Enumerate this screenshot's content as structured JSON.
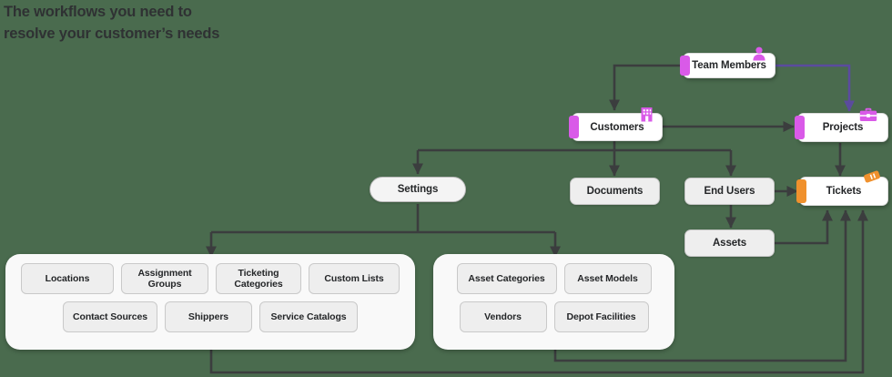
{
  "heading": {
    "line1": "The workflows you need to",
    "line2": "resolve your customer’s needs"
  },
  "colors": {
    "canvas": "#4a6b4e",
    "edge": "#3b3d3e",
    "edge_highlight": "#5b4b9e",
    "accent_magenta": "#d95ae8",
    "accent_orange": "#f0912d",
    "node_plain_fill": "#eeeeee",
    "node_accent_fill": "#ffffff",
    "group_fill": "#f9f9f9",
    "text": "#242628",
    "heading_text": "#2f3133"
  },
  "nodes": [
    {
      "id": "team-members",
      "label": "Team Members",
      "style": "accented",
      "accent": "#d95ae8",
      "icon": "person-icon"
    },
    {
      "id": "customers",
      "label": "Customers",
      "style": "accented",
      "accent": "#d95ae8",
      "icon": "building-icon"
    },
    {
      "id": "projects",
      "label": "Projects",
      "style": "accented",
      "accent": "#d95ae8",
      "icon": "briefcase-icon"
    },
    {
      "id": "tickets",
      "label": "Tickets",
      "style": "accented",
      "accent": "#f0912d",
      "icon": "ticket-icon"
    },
    {
      "id": "settings",
      "label": "Settings",
      "style": "pill",
      "accent": "",
      "icon": ""
    },
    {
      "id": "documents",
      "label": "Documents",
      "style": "plain",
      "accent": "",
      "icon": ""
    },
    {
      "id": "end-users",
      "label": "End Users",
      "style": "plain",
      "accent": "",
      "icon": ""
    },
    {
      "id": "assets",
      "label": "Assets",
      "style": "plain",
      "accent": "",
      "icon": ""
    }
  ],
  "groups": [
    {
      "id": "settings-group",
      "rows": [
        [
          "Locations",
          "Assignment Groups",
          "Ticketing Categories",
          "Custom Lists"
        ],
        [
          "Contact Sources",
          "Shippers",
          "Service Catalogs"
        ]
      ]
    },
    {
      "id": "assets-group",
      "rows": [
        [
          "Asset Categories",
          "Asset Models"
        ],
        [
          "Vendors",
          "Depot Facilities"
        ]
      ]
    }
  ],
  "labels": {
    "team_members": "Team Members",
    "customers": "Customers",
    "projects": "Projects",
    "tickets": "Tickets",
    "settings": "Settings",
    "documents": "Documents",
    "end_users": "End Users",
    "assets": "Assets",
    "locations": "Locations",
    "assignment_groups": "Assignment Groups",
    "ticketing_categories": "Ticketing Categories",
    "custom_lists": "Custom Lists",
    "contact_sources": "Contact Sources",
    "shippers": "Shippers",
    "service_catalogs": "Service Catalogs",
    "asset_categories": "Asset Categories",
    "asset_models": "Asset Models",
    "vendors": "Vendors",
    "depot_facilities": "Depot Facilities"
  },
  "edges": [
    {
      "from": "team-members",
      "to": "customers",
      "color": "#3b3d3e"
    },
    {
      "from": "team-members",
      "to": "projects",
      "color": "#5b4b9e"
    },
    {
      "from": "customers",
      "to": "projects",
      "color": "#3b3d3e"
    },
    {
      "from": "customers",
      "to": "settings",
      "color": "#3b3d3e"
    },
    {
      "from": "customers",
      "to": "documents",
      "color": "#3b3d3e"
    },
    {
      "from": "customers",
      "to": "end-users",
      "color": "#3b3d3e"
    },
    {
      "from": "projects",
      "to": "tickets",
      "color": "#3b3d3e"
    },
    {
      "from": "end-users",
      "to": "tickets",
      "color": "#3b3d3e"
    },
    {
      "from": "end-users",
      "to": "assets",
      "color": "#3b3d3e"
    },
    {
      "from": "assets",
      "to": "tickets",
      "color": "#3b3d3e"
    },
    {
      "from": "settings",
      "to": "settings-group",
      "color": "#3b3d3e"
    },
    {
      "from": "settings",
      "to": "assets-group",
      "color": "#3b3d3e"
    },
    {
      "from": "settings-group",
      "to": "tickets",
      "color": "#3b3d3e"
    },
    {
      "from": "assets-group",
      "to": "tickets",
      "color": "#3b3d3e"
    }
  ]
}
